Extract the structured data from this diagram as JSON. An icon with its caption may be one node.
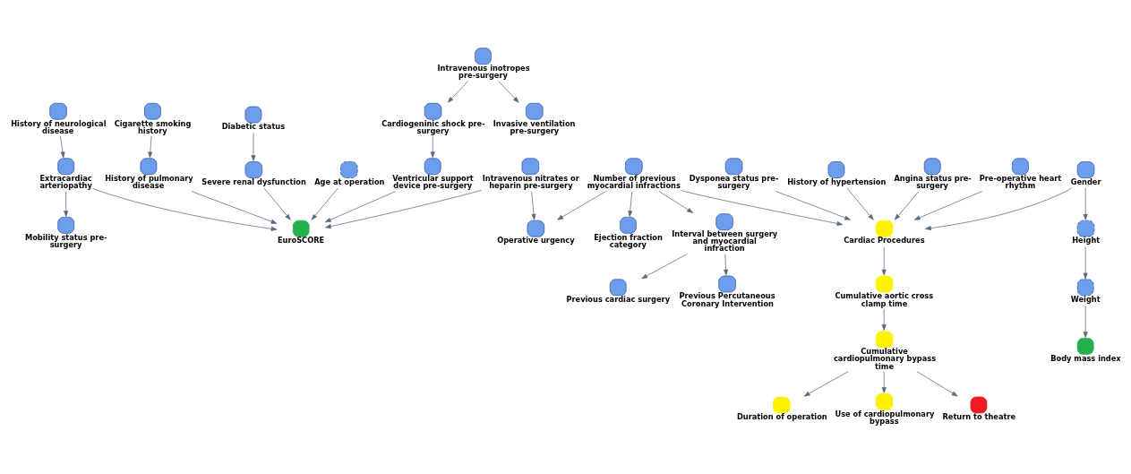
{
  "diagram": {
    "nodes": [
      {
        "text": [
          "Cigarette smoking history"
        ]
      },
      {
        "text": [
          "History of neurological disease"
        ]
      },
      {
        "text": [
          "History of pulmonary disease"
        ]
      },
      {
        "text": [
          "Mobility status pre-surgery"
        ]
      },
      {
        "text": [
          "Extracardiac arteriopathy"
        ]
      },
      {
        "text": [
          "Severe renal dysfunction"
        ]
      },
      {
        "text": [
          "EuroSCORE"
        ]
      },
      {
        "text": [
          "Diabetic status"
        ]
      },
      {
        "text": [
          "Age at operation"
        ]
      },
      {
        "text": [
          "Intravenous nitrates or heparin pre-surgery"
        ]
      },
      {
        "text": [
          "Intravenous inotropes pre-surgery"
        ]
      },
      {
        "text": [
          "Invasive ventilation pre-surgery"
        ]
      },
      {
        "text": [
          "Cardiogeninic shock pre-surgery"
        ]
      },
      {
        "text": [
          "Ventricular support device pre-surgery"
        ]
      },
      {
        "text": [
          "Previous cardiac surgery"
        ]
      },
      {
        "text": [
          "Previous Percutaneous Coronary Intervention"
        ]
      },
      {
        "text": [
          "Interval between surgery and myocardial infraction"
        ]
      },
      {
        "text": [
          "Operative urgency"
        ]
      },
      {
        "text": [
          "Gender"
        ]
      },
      {
        "text": [
          "Height"
        ]
      },
      {
        "text": [
          "Weight"
        ]
      },
      {
        "text": [
          "Body mass index"
        ]
      },
      {
        "text": [
          "Dysponea status pre-surgery"
        ]
      },
      {
        "text": [
          "History of hypertension"
        ]
      },
      {
        "text": [
          "Cardiac Procedures"
        ]
      },
      {
        "text": [
          "Angina status pre-surgery"
        ]
      },
      {
        "text": [
          "Pre-operative heart rhythm"
        ]
      },
      {
        "text": [
          "Number of previous myocardial infractions"
        ]
      },
      {
        "text": [
          "Ejection fraction category"
        ]
      },
      {
        "text": [
          "Cumulative aortic cross clamp time"
        ]
      },
      {
        "text": [
          "Duration of operation"
        ]
      },
      {
        "text": [
          "Use of cardiopulmonary bypass"
        ]
      },
      {
        "text": [
          "Cumulative cardiopulmonary bypass time"
        ]
      },
      {
        "text": [
          "Return to theatre"
        ]
      }
    ],
    "edges": [
      {
        "from": 0,
        "to": 2,
        "arrow": "to"
      },
      {
        "from": 2,
        "to": 6,
        "arrow": "to"
      },
      {
        "from": 1,
        "to": 4,
        "arrow": "to"
      },
      {
        "from": 4,
        "to": 3,
        "arrow": "to"
      },
      {
        "from": 4,
        "to": 6,
        "arrow": "to"
      },
      {
        "from": 5,
        "to": 6,
        "arrow": "to"
      },
      {
        "from": 7,
        "to": 5,
        "arrow": "to"
      },
      {
        "from": 8,
        "to": 6,
        "arrow": "to"
      },
      {
        "from": 9,
        "to": 6,
        "arrow": "to"
      },
      {
        "from": 9,
        "to": 17,
        "arrow": "to"
      },
      {
        "from": 13,
        "to": 6,
        "arrow": "to"
      },
      {
        "from": 10,
        "to": 11,
        "arrow": "to"
      },
      {
        "from": 10,
        "to": 12,
        "arrow": "to"
      },
      {
        "from": 12,
        "to": 13,
        "arrow": "to"
      },
      {
        "from": 16,
        "to": 14,
        "arrow": "to"
      },
      {
        "from": 16,
        "to": 15,
        "arrow": "to"
      },
      {
        "from": 27,
        "to": 16,
        "arrow": "to"
      },
      {
        "from": 27,
        "to": 17,
        "arrow": "to"
      },
      {
        "from": 27,
        "to": 24,
        "arrow": "to"
      },
      {
        "from": 27,
        "to": 28,
        "arrow": "to"
      },
      {
        "from": 18,
        "to": 19,
        "arrow": "to"
      },
      {
        "from": 18,
        "to": 24,
        "arrow": "to"
      },
      {
        "from": 19,
        "to": 20,
        "arrow": "to"
      },
      {
        "from": 20,
        "to": 21,
        "arrow": "to"
      },
      {
        "from": 22,
        "to": 24,
        "arrow": "to"
      },
      {
        "from": 23,
        "to": 24,
        "arrow": "to"
      },
      {
        "from": 25,
        "to": 24,
        "arrow": "to"
      },
      {
        "from": 26,
        "to": 24,
        "arrow": "to"
      },
      {
        "from": 24,
        "to": 29,
        "arrow": "to"
      },
      {
        "from": 29,
        "to": 32,
        "arrow": "to"
      },
      {
        "from": 32,
        "to": 30,
        "arrow": "to"
      },
      {
        "from": 32,
        "to": 31,
        "arrow": "to"
      },
      {
        "from": 32,
        "to": 33,
        "arrow": "to"
      }
    ]
  }
}
